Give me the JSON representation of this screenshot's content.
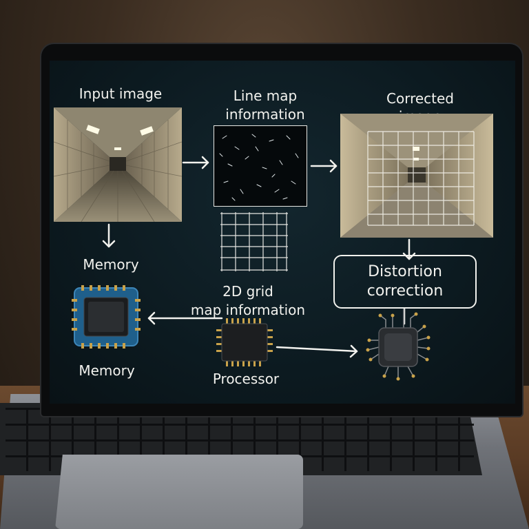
{
  "labels": {
    "input_image": "Input image",
    "line_map_line1": "Line map",
    "line_map_line2": "information",
    "corrected_line1": "Corrected",
    "corrected_line2": "image",
    "memory_top": "Memory",
    "grid_map_line1": "2D grid",
    "grid_map_line2": "map information",
    "distortion_line1": "Distortion",
    "distortion_line2": "correction",
    "memory_bottom": "Memory",
    "processor": "Processor"
  },
  "colors": {
    "screen_bg": "#0c1a20",
    "text": "#f2f2ee",
    "memory_chip_blue": "#1f5f8b",
    "chip_pins_gold": "#c9a24a"
  },
  "icons": {
    "arrows": "arrow-icon",
    "memory_chip": "memory-chip-icon",
    "processor_chip": "processor-chip-icon",
    "circuit_chip": "circuit-chip-icon"
  }
}
